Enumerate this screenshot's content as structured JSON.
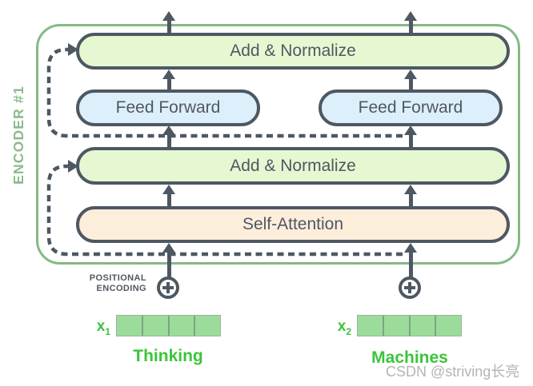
{
  "colors": {
    "outline_dark": "#4e5863",
    "encoder_border_green": "#85b985",
    "encoder_label_green": "#8cbb8c",
    "add_normalize_fill": "#e6f8d2",
    "feed_forward_fill": "#deeffc",
    "self_attention_fill": "#fdeedc",
    "vector_fill": "#9bdc9b",
    "input_text_green": "#3bc43b",
    "watermark_gray": "#b4b4b4"
  },
  "encoder": {
    "label": "ENCODER #1"
  },
  "layers": {
    "add_normalize_top": {
      "label": "Add & Normalize"
    },
    "feed_forward_left": {
      "label": "Feed Forward"
    },
    "feed_forward_right": {
      "label": "Feed Forward"
    },
    "add_normalize_mid": {
      "label": "Add & Normalize"
    },
    "self_attention": {
      "label": "Self-Attention"
    }
  },
  "positional_encoding": {
    "label_line1": "POSITIONAL",
    "label_line2": "ENCODING"
  },
  "inputs": {
    "x1": {
      "symbol": "x",
      "subscript": "1",
      "word": "Thinking",
      "cells": 4
    },
    "x2": {
      "symbol": "x",
      "subscript": "2",
      "word": "Machines",
      "cells": 4
    }
  },
  "watermark": {
    "text": "CSDN @striving长亮"
  }
}
